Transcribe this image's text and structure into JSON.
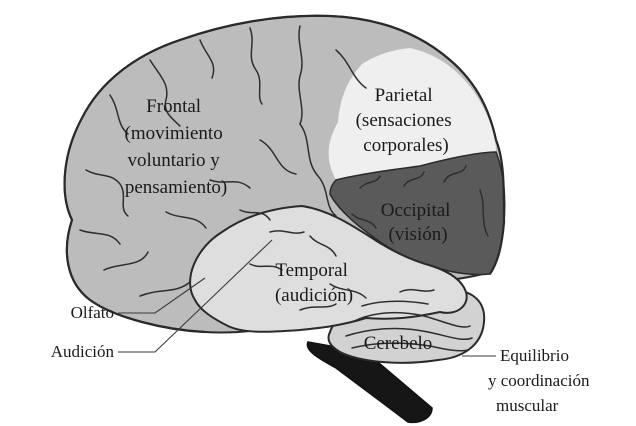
{
  "diagram": {
    "colors": {
      "frontal": "#bcbcbc",
      "parietal": "#efefef",
      "occipital": "#5a5a5a",
      "temporal": "#dedede",
      "cerebellum": "#d2d2d2",
      "brainstem": "#161616",
      "outline": "#2a2a2a"
    },
    "lobes": {
      "frontal": {
        "lines": [
          "Frontal",
          "(movimiento",
          "voluntario y",
          "pensamiento)"
        ]
      },
      "parietal": {
        "lines": [
          "Parietal",
          "(sensaciones",
          "corporales)"
        ]
      },
      "occipital": {
        "lines": [
          "Occipital",
          "(visión)"
        ]
      },
      "temporal": {
        "lines": [
          "Temporal",
          "(audición)"
        ]
      },
      "cerebellum": {
        "label": "Cerebelo"
      }
    },
    "callouts": {
      "olfato": "Olfato",
      "audicion": "Audición",
      "equilibrio": [
        "Equilibrio",
        "y coordinación",
        "muscular"
      ]
    }
  }
}
